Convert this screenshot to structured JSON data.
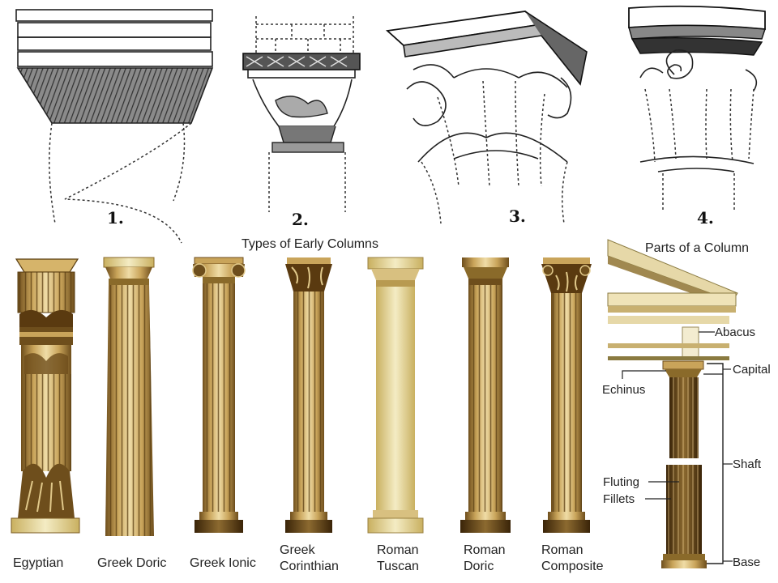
{
  "sketches": {
    "labels": [
      "1.",
      "2.",
      "3.",
      "4."
    ]
  },
  "early_columns": {
    "title": "Types of Early Columns",
    "columns": [
      {
        "label_lines": [
          "Egyptian"
        ]
      },
      {
        "label_lines": [
          "Greek Doric"
        ]
      },
      {
        "label_lines": [
          "Greek Ionic"
        ]
      },
      {
        "label_lines": [
          "Greek",
          "Corinthian"
        ]
      },
      {
        "label_lines": [
          "Roman",
          "Tuscan"
        ]
      },
      {
        "label_lines": [
          "Roman",
          "Doric"
        ]
      },
      {
        "label_lines": [
          "Roman",
          "Composite"
        ]
      }
    ]
  },
  "column_parts": {
    "title": "Parts of a Column",
    "labels": {
      "abacus": "Abacus",
      "capital": "Capital",
      "echinus": "Echinus",
      "shaft": "Shaft",
      "fluting": "Fluting",
      "fillets": "Fillets",
      "base": "Base"
    }
  },
  "colors": {
    "gold_light": "#e8d39a",
    "gold_mid": "#c9a45a",
    "gold_dark": "#7a5a22",
    "brown_dark": "#4a3212",
    "ink": "#222222"
  }
}
